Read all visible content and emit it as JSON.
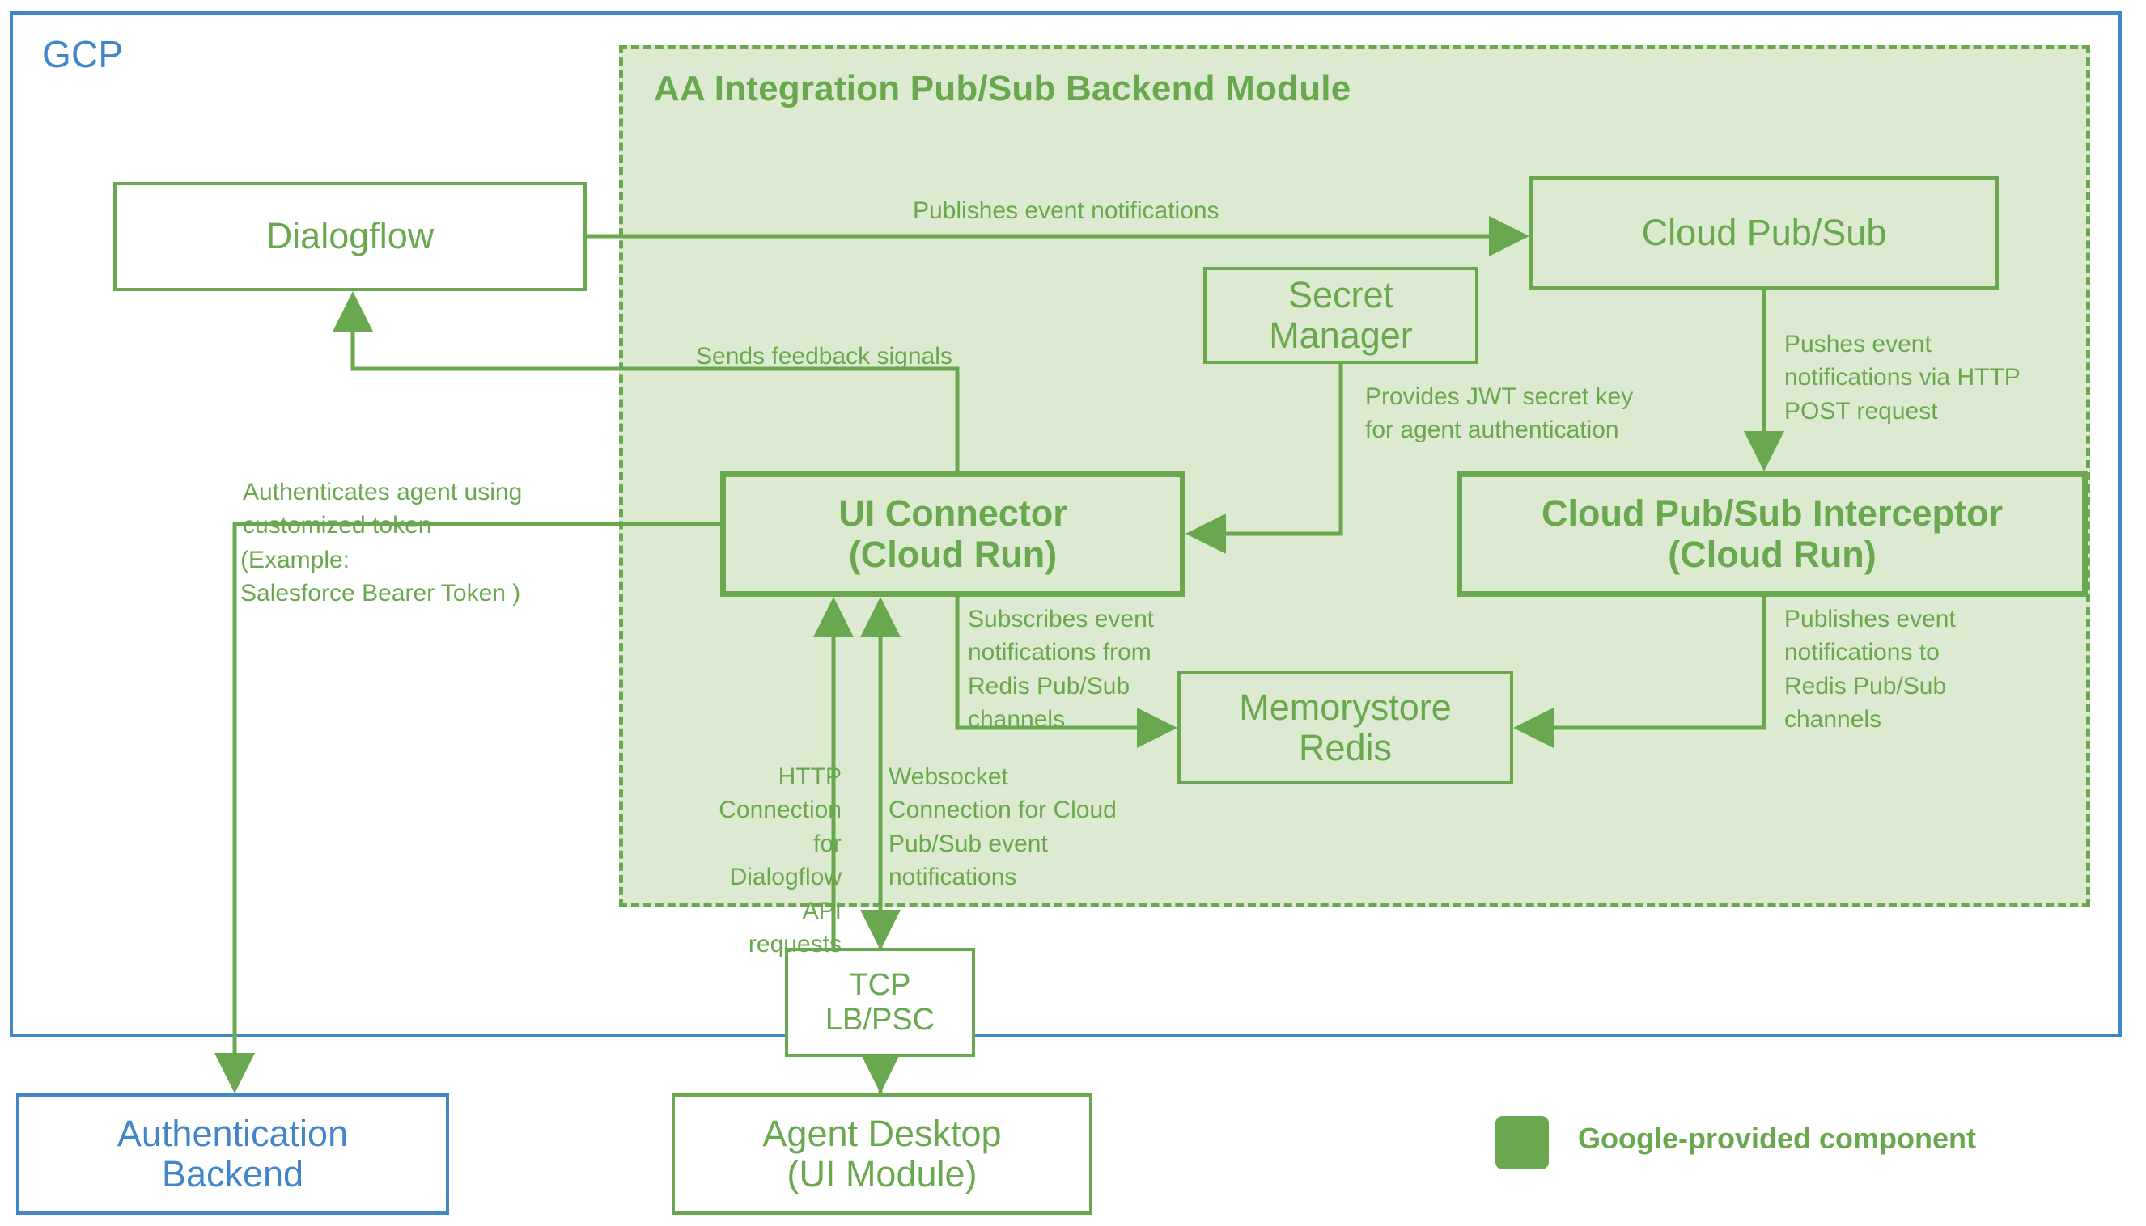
{
  "diagram": {
    "title": "AA Integration Pub/Sub Backend Module",
    "cloud_label": "GCP",
    "colors": {
      "google_green": "#6aa84f",
      "google_blue": "#4285c8",
      "module_fill": "#dbead0",
      "white": "#ffffff"
    }
  },
  "nodes": {
    "dialogflow": "Dialogflow",
    "cloud_pubsub": "Cloud Pub/Sub",
    "secret_manager": "Secret\nManager",
    "ui_connector": "UI Connector\n(Cloud Run)",
    "interceptor": "Cloud Pub/Sub Interceptor\n(Cloud Run)",
    "memorystore": "Memorystore\nRedis",
    "tcp_lb": "TCP\nLB/PSC",
    "agent_desktop": "Agent Desktop\n(UI Module)",
    "auth_backend": "Authentication\nBackend"
  },
  "edge_labels": {
    "publishes_event_notifications": "Publishes event notifications",
    "sends_feedback_signals": "Sends feedback signals",
    "provides_jwt": "Provides JWT secret key\nfor agent authentication",
    "pushes_event_http": "Pushes event\nnotifications via HTTP\nPOST request",
    "publishes_to_redis": "Publishes event\nnotifications to\nRedis Pub/Sub\nchannels",
    "subscribes_from_redis": "Subscribes event\nnotifications from\nRedis Pub/Sub\nchannels",
    "http_connection": "HTTP\nConnection for\nDialogflow API\nrequests",
    "websocket_connection": "Websocket\nConnection for Cloud\nPub/Sub event\nnotifications",
    "authenticates_agent": "Authenticates agent using\ncustomized token",
    "authenticates_example": "(Example:\nSalesforce Bearer Token )"
  },
  "legend": {
    "swatch_label": "Google-provided component"
  }
}
